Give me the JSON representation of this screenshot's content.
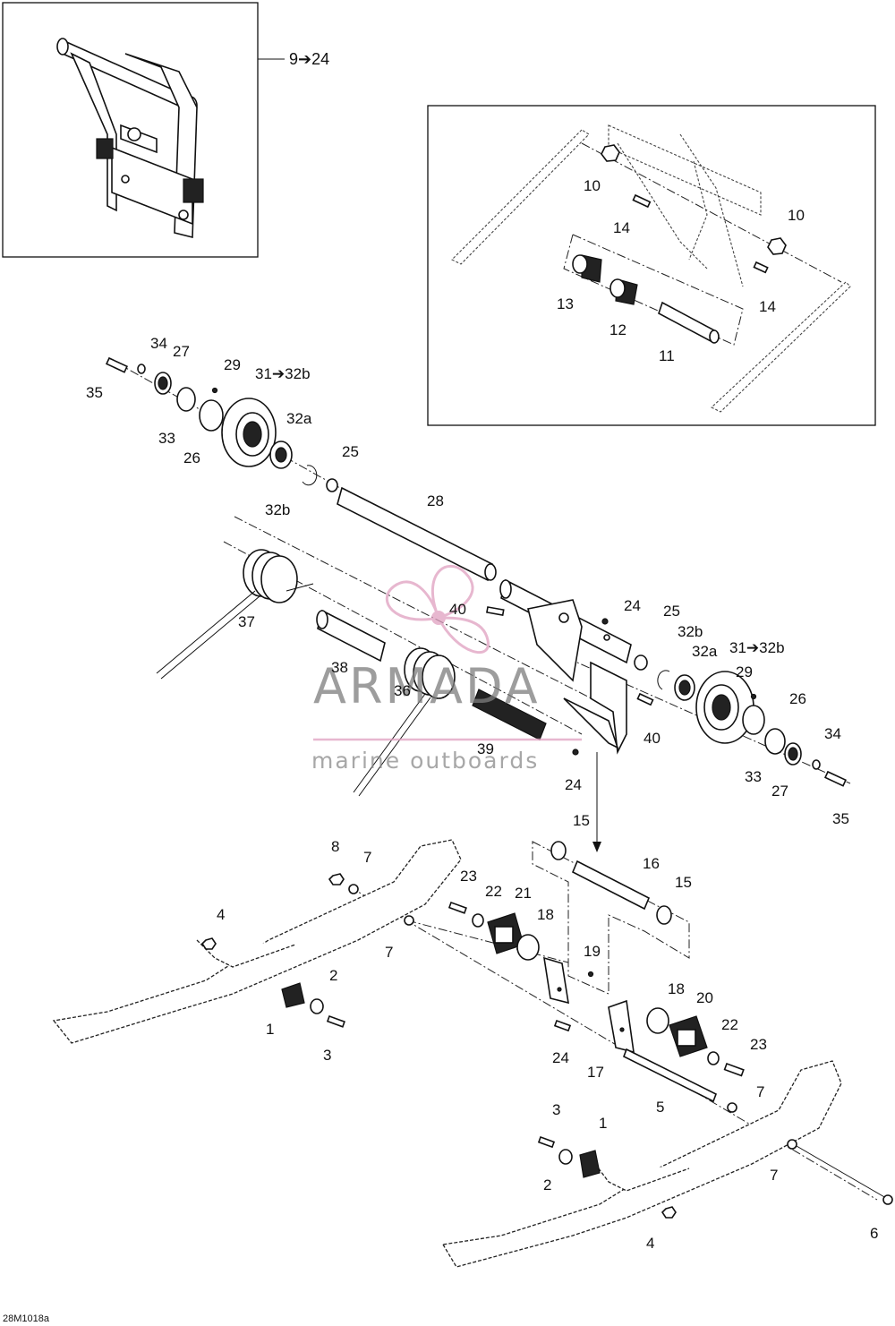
{
  "inset_top_left": {
    "label": "9➔24"
  },
  "callouts": [
    {
      "id": "c10a",
      "text": "10"
    },
    {
      "id": "c10b",
      "text": "10"
    },
    {
      "id": "c14a",
      "text": "14"
    },
    {
      "id": "c14b",
      "text": "14"
    },
    {
      "id": "c13",
      "text": "13"
    },
    {
      "id": "c12",
      "text": "12"
    },
    {
      "id": "c11",
      "text": "11"
    },
    {
      "id": "c34a",
      "text": "34"
    },
    {
      "id": "c27a",
      "text": "27"
    },
    {
      "id": "c29a",
      "text": "29"
    },
    {
      "id": "c31a",
      "text": "31➔32b"
    },
    {
      "id": "c35a",
      "text": "35"
    },
    {
      "id": "c33a",
      "text": "33"
    },
    {
      "id": "c32aa",
      "text": "32a"
    },
    {
      "id": "c26a",
      "text": "26"
    },
    {
      "id": "c25a",
      "text": "25"
    },
    {
      "id": "c32ba",
      "text": "32b"
    },
    {
      "id": "c28",
      "text": "28"
    },
    {
      "id": "c37",
      "text": "37"
    },
    {
      "id": "c40a",
      "text": "40"
    },
    {
      "id": "c24a",
      "text": "24"
    },
    {
      "id": "c25b",
      "text": "25"
    },
    {
      "id": "c32bb",
      "text": "32b"
    },
    {
      "id": "c32ab",
      "text": "32a"
    },
    {
      "id": "c31b",
      "text": "31➔32b"
    },
    {
      "id": "c29b",
      "text": "29"
    },
    {
      "id": "c38",
      "text": "38"
    },
    {
      "id": "c36",
      "text": "36"
    },
    {
      "id": "c26b",
      "text": "26"
    },
    {
      "id": "c39",
      "text": "39"
    },
    {
      "id": "c40b",
      "text": "40"
    },
    {
      "id": "c34b",
      "text": "34"
    },
    {
      "id": "c33b",
      "text": "33"
    },
    {
      "id": "c27b",
      "text": "27"
    },
    {
      "id": "c24b",
      "text": "24"
    },
    {
      "id": "c35b",
      "text": "35"
    },
    {
      "id": "c15a",
      "text": "15"
    },
    {
      "id": "c16",
      "text": "16"
    },
    {
      "id": "c15b",
      "text": "15"
    },
    {
      "id": "c8",
      "text": "8"
    },
    {
      "id": "c7a",
      "text": "7"
    },
    {
      "id": "c23a",
      "text": "23"
    },
    {
      "id": "c22a",
      "text": "22"
    },
    {
      "id": "c21",
      "text": "21"
    },
    {
      "id": "c18a",
      "text": "18"
    },
    {
      "id": "c4a",
      "text": "4"
    },
    {
      "id": "c7b",
      "text": "7"
    },
    {
      "id": "c19",
      "text": "19"
    },
    {
      "id": "c2a",
      "text": "2"
    },
    {
      "id": "c18b",
      "text": "18"
    },
    {
      "id": "c20",
      "text": "20"
    },
    {
      "id": "c1a",
      "text": "1"
    },
    {
      "id": "c22b",
      "text": "22"
    },
    {
      "id": "c3a",
      "text": "3"
    },
    {
      "id": "c24c",
      "text": "24"
    },
    {
      "id": "c23b",
      "text": "23"
    },
    {
      "id": "c17",
      "text": "17"
    },
    {
      "id": "c7c",
      "text": "7"
    },
    {
      "id": "c5",
      "text": "5"
    },
    {
      "id": "c3b",
      "text": "3"
    },
    {
      "id": "c1b",
      "text": "1"
    },
    {
      "id": "c7d",
      "text": "7"
    },
    {
      "id": "c2b",
      "text": "2"
    },
    {
      "id": "c6",
      "text": "6"
    },
    {
      "id": "c4b",
      "text": "4"
    }
  ],
  "watermark": {
    "brand": "ARMADA",
    "tagline": "marine outboards",
    "accent_color": "#e0a0c0"
  },
  "reference_code": "28M1018a"
}
